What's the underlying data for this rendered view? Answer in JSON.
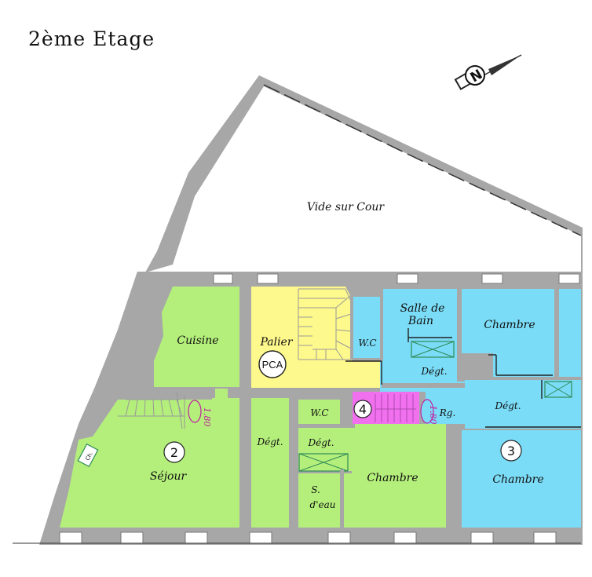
{
  "title": "2ème Etage",
  "compass": {
    "letter": "N",
    "icon": "compass-north-arrow-icon"
  },
  "colors": {
    "lot2": "#b4ef7b",
    "lot3_lot4_blue": "#7bdcf7",
    "landing": "#fef98c",
    "lot4_stair": "#f070ee",
    "wall": "#a7a7a7",
    "window": "#ffffff",
    "stair_lines": "#999999",
    "shower_cross": "#2e8b57",
    "annotation": "#c020a0"
  },
  "courtyard_label": "Vide sur Cour",
  "rooms": {
    "cuisine": "Cuisine",
    "sejour": "Séjour",
    "palier": "Palier",
    "pca": "PCA",
    "degt_left": "Dégt.",
    "wc_center": "W.C",
    "degt_center": "Dégt.",
    "s_deau_line1": "S.",
    "s_deau_line2": "d'eau",
    "chambre_center": "Chambre",
    "wc_right": "W.C",
    "salle_de_bain_line1": "Salle de",
    "salle_de_bain_line2": "Bain",
    "chambre_top_right": "Chambre",
    "degt_right_upper": "Dégt.",
    "degt_right_lower": "Dégt.",
    "rg": "Rg.",
    "chambre_bottom_right": "Chambre",
    "ch": "Ch."
  },
  "lots": {
    "lot2": "2",
    "lot3": "3",
    "lot4": "4"
  },
  "height_marks": {
    "left": "1.80",
    "right": "1.80"
  }
}
